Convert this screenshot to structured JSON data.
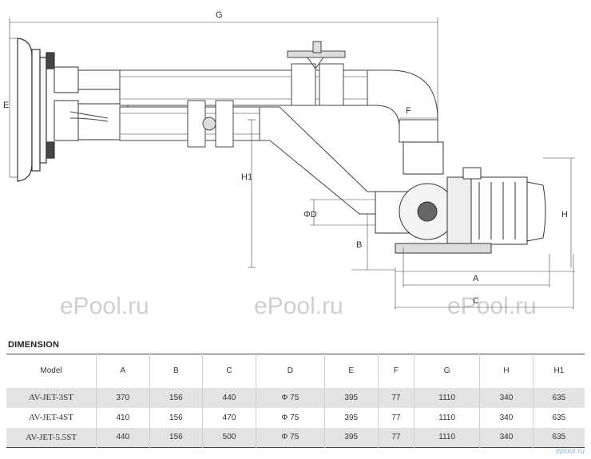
{
  "dimensions": {
    "G": "G",
    "E": "E",
    "H1": "H1",
    "F": "F",
    "D": "ΦD",
    "B": "B",
    "H": "H",
    "A": "A",
    "C": "C"
  },
  "watermark": "ePool.ru",
  "table": {
    "title": "DIMENSION",
    "headers": [
      "Model",
      "A",
      "B",
      "C",
      "D",
      "E",
      "F",
      "G",
      "H",
      "H1"
    ],
    "rows": [
      [
        "AV-JET-3ST",
        "370",
        "156",
        "440",
        "Φ 75",
        "395",
        "77",
        "1110",
        "340",
        "635"
      ],
      [
        "AV-JET-4ST",
        "410",
        "156",
        "470",
        "Φ 75",
        "395",
        "77",
        "1110",
        "340",
        "635"
      ],
      [
        "AV-JET-5.5ST",
        "440",
        "156",
        "500",
        "Φ 75",
        "395",
        "77",
        "1110",
        "340",
        "635"
      ]
    ]
  },
  "logo_text": "epool.ru"
}
